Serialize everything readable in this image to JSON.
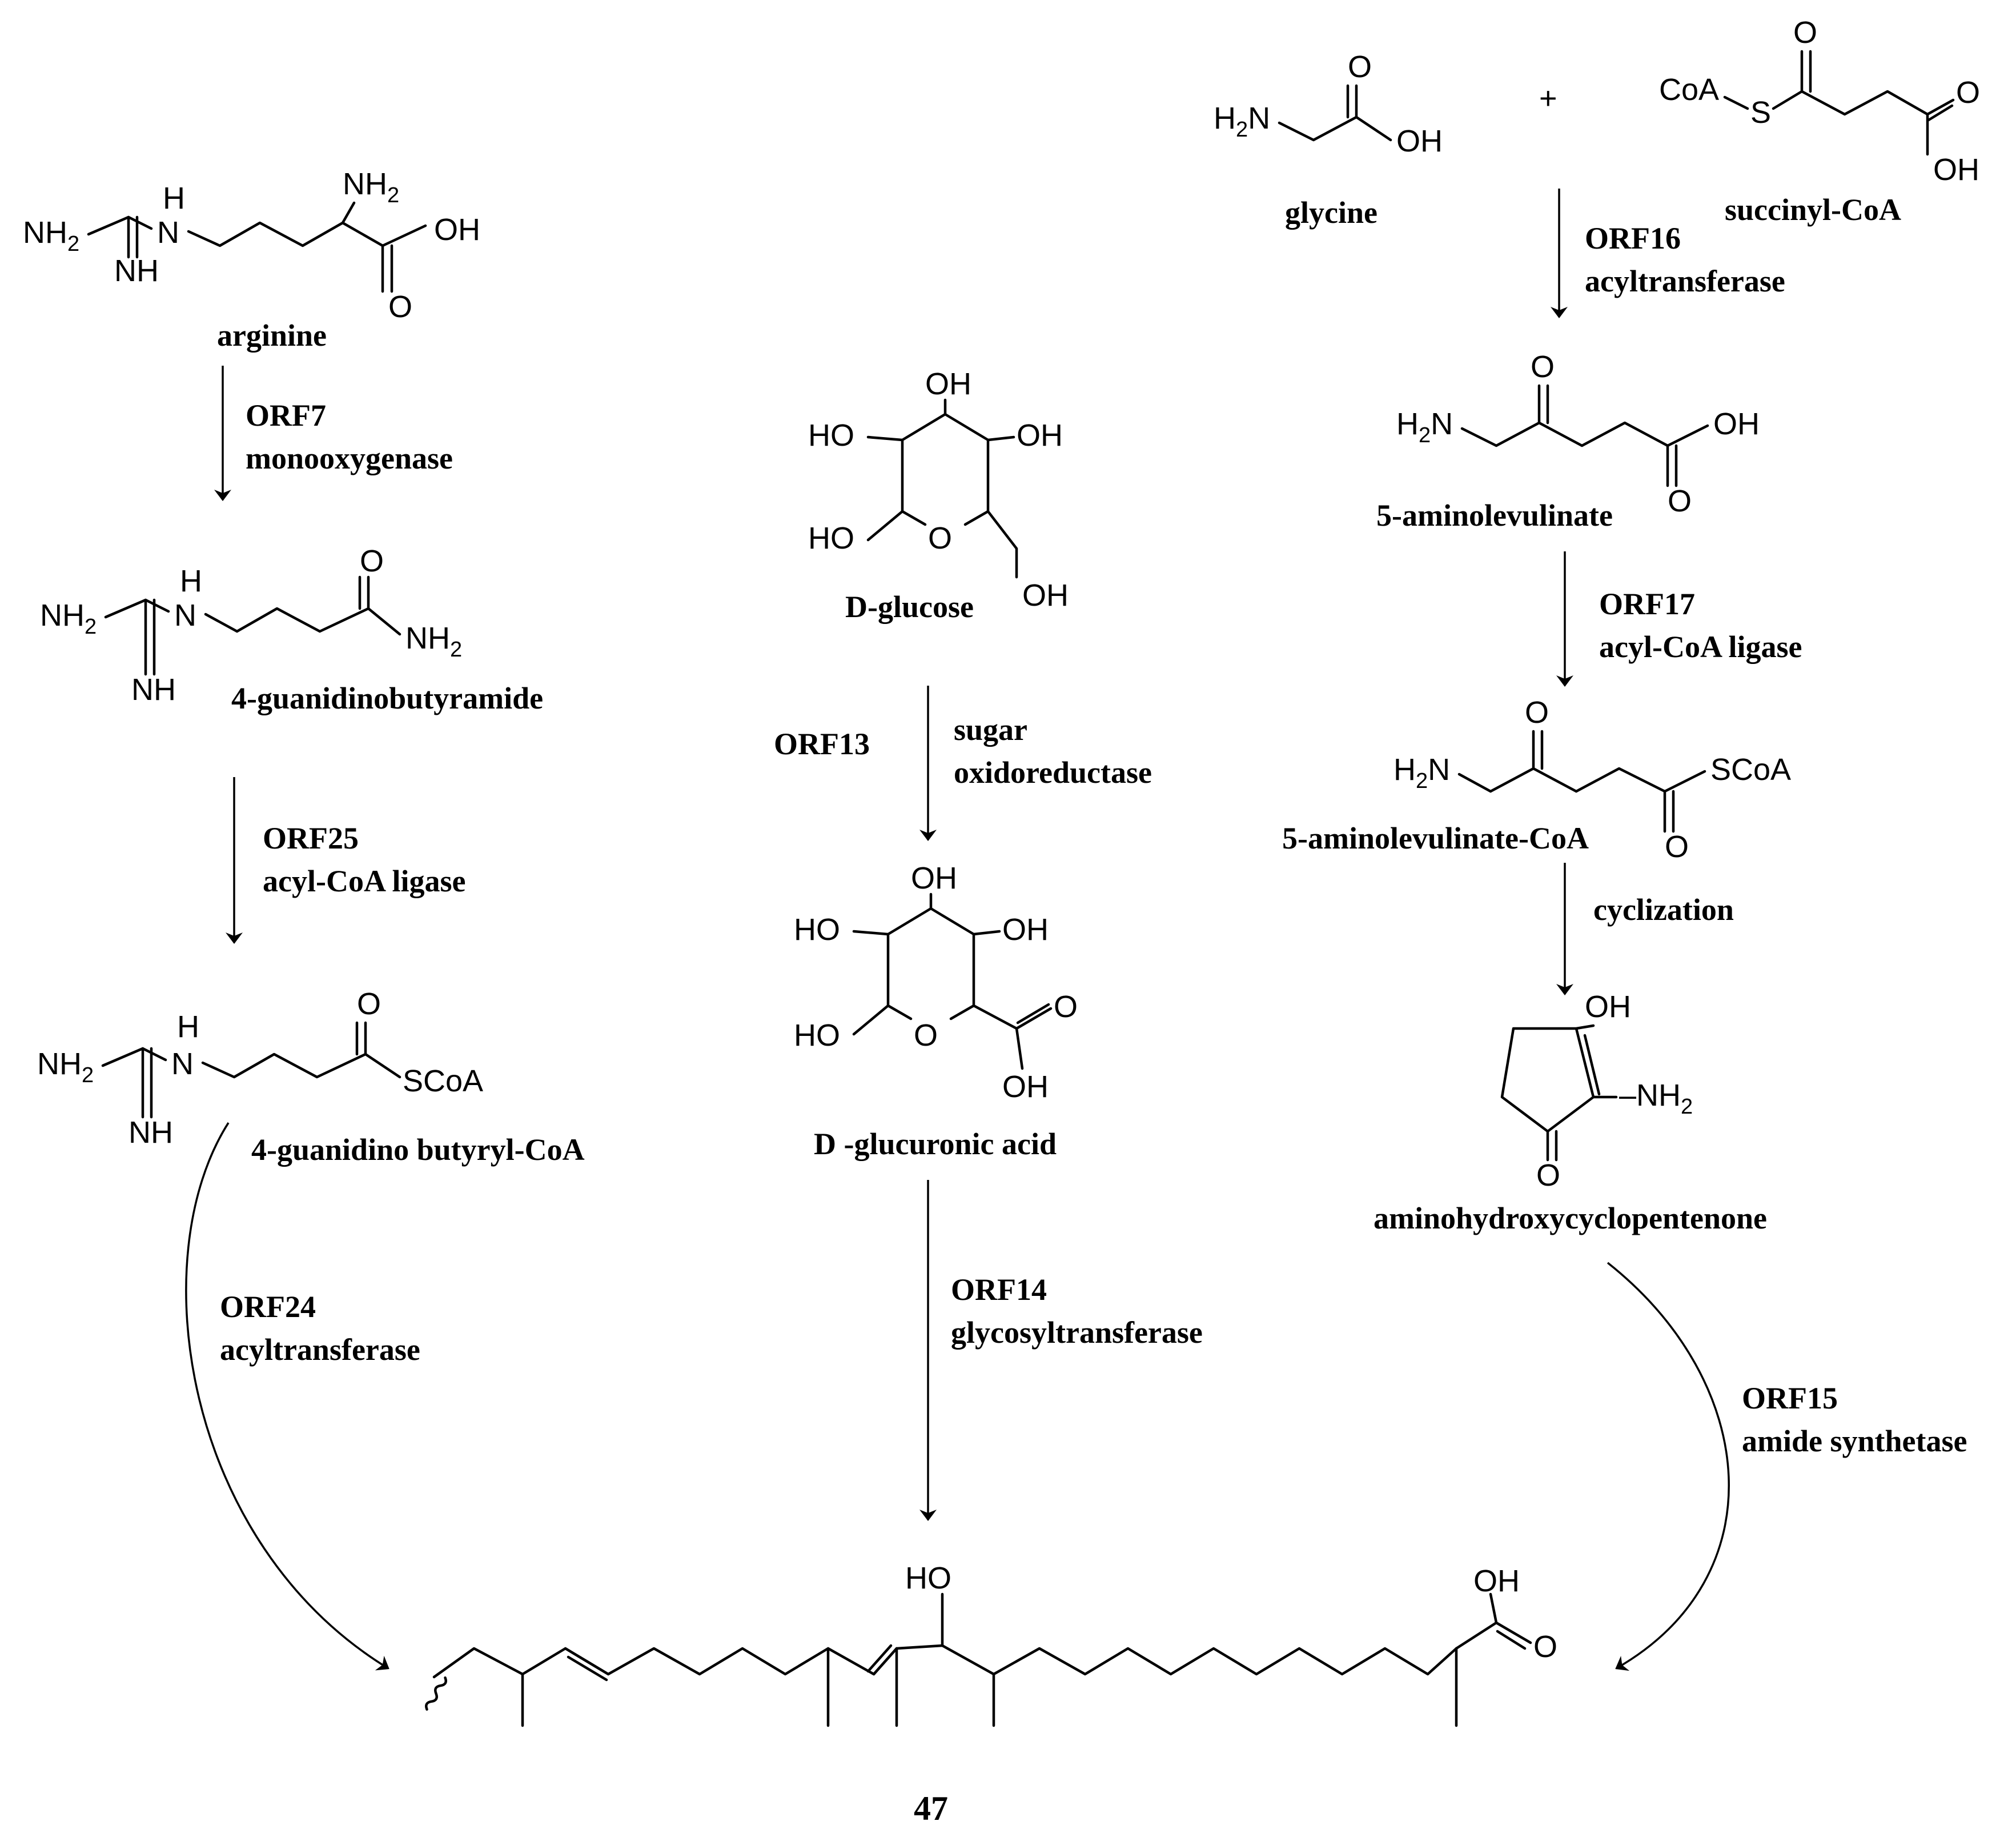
{
  "compounds": {
    "arginine": "arginine",
    "guanidinobutyramide": "4-guanidinobutyramide",
    "guanidinobutyryl_coa": "4-guanidino butyryl-CoA",
    "glycine": "glycine",
    "succinyl_coa": "succinyl-CoA",
    "aminolevulinate": "5-aminolevulinate",
    "aminolevulinate_coa": "5-aminolevulinate-CoA",
    "ahc": "aminohydroxycyclopentenone",
    "glucose": "D-glucose",
    "glucuronic_acid": "D -glucuronic acid",
    "product_number": "47"
  },
  "steps": {
    "orf7": {
      "gene": "ORF7",
      "enzyme": "monooxygenase"
    },
    "orf25": {
      "gene": "ORF25",
      "enzyme": "acyl-CoA ligase"
    },
    "orf24": {
      "gene": "ORF24",
      "enzyme": "acyltransferase"
    },
    "orf13": {
      "gene": "ORF13",
      "enzyme": "sugar",
      "enzyme2": "oxidoreductase"
    },
    "orf14": {
      "gene": "ORF14",
      "enzyme": "glycosyltransferase"
    },
    "orf16": {
      "gene": "ORF16",
      "enzyme": "acyltransferase"
    },
    "orf17": {
      "gene": "ORF17",
      "enzyme": "acyl-CoA ligase"
    },
    "cyclization": {
      "enzyme": "cyclization"
    },
    "orf15": {
      "gene": "ORF15",
      "enzyme": "amide synthetase"
    }
  },
  "plus_sign": "+",
  "atoms": {
    "NH": "NH",
    "N": "N",
    "H": "H",
    "NH2": "NH",
    "H2N": "H",
    "N_tail": "N",
    "O": "O",
    "OH": "OH",
    "HO": "HO",
    "S": "S",
    "CoA": "CoA",
    "SCoA": "SCoA",
    "two": "2"
  }
}
